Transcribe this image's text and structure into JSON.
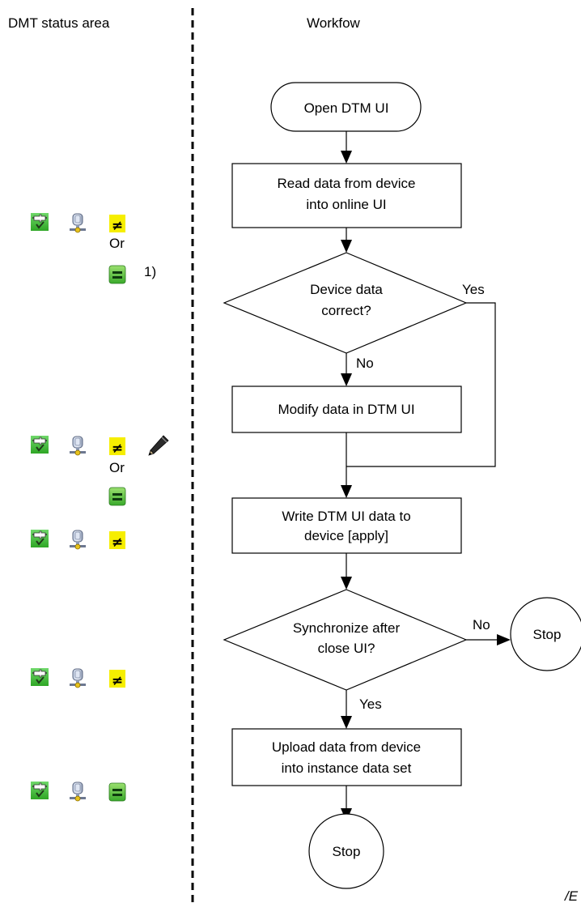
{
  "headers": {
    "status_area": "DMT status area",
    "workflow": "Workfow"
  },
  "status_icons": {
    "diff_symbol": "≠",
    "equal_symbol": "=",
    "or_label": "Or",
    "footnote_mark": "1)",
    "colors": {
      "green_bg": "#35b52b",
      "green_light": "#6fd86a",
      "yellow_bg": "#f6ee00",
      "eq_green": "#3aa92b",
      "eq_green_light": "#9be06f"
    }
  },
  "workflow": {
    "start": "Open DTM UI",
    "read_data": [
      "Read data from device",
      "into online UI"
    ],
    "decision_device_data": [
      "Device data",
      "correct?"
    ],
    "yes_label": "Yes",
    "no_label": "No",
    "modify_data": "Modify data in DTM UI",
    "write_data": [
      "Write DTM UI data to",
      "device [apply]"
    ],
    "decision_sync": [
      "Synchronize after",
      "close UI?"
    ],
    "sync_no_label": "No",
    "sync_yes_label": "Yes",
    "stop_right": "Stop",
    "upload_data": [
      "Upload data from device",
      "into instance data set"
    ],
    "stop_bottom": "Stop"
  },
  "corner_text": "/E"
}
